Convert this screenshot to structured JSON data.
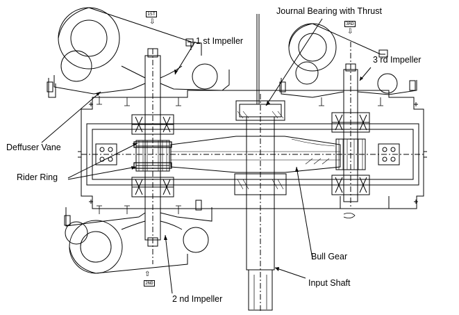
{
  "labels": {
    "journal_bearing": "Journal Bearing with Thrust",
    "first_impeller": "1 st Impeller",
    "third_impeller": "3 rd Impeller",
    "diffuser_vane": "Deffuser Vane",
    "rider_ring": "Rider Ring",
    "bull_gear": "Bull Gear",
    "input_shaft": "Input Shaft",
    "second_impeller": "2 nd Impeller"
  },
  "stage_tags": {
    "first": "1ST",
    "second": "2ND",
    "third": "3RD"
  },
  "flow_arrows": {
    "down": "⇩",
    "up": "⇧"
  }
}
